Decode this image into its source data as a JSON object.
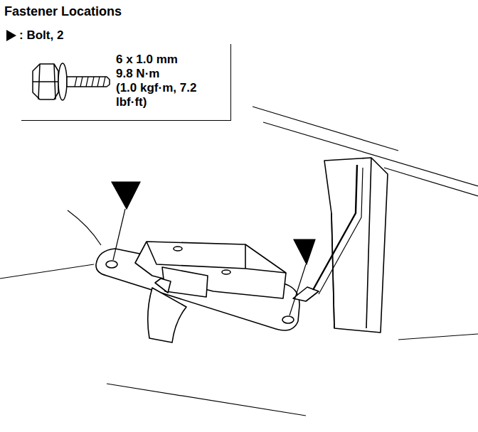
{
  "diagram": {
    "title": "Fastener Locations",
    "nodes": [
      {
        "text": [
          "6 x 1.0 mm",
          "9.8 N·m",
          "(1.0 kgf·m, 7.2 lbf·ft)"
        ]
      }
    ],
    "edges": [],
    "legend": [
      {
        "text": ": Bolt, 2"
      }
    ]
  }
}
